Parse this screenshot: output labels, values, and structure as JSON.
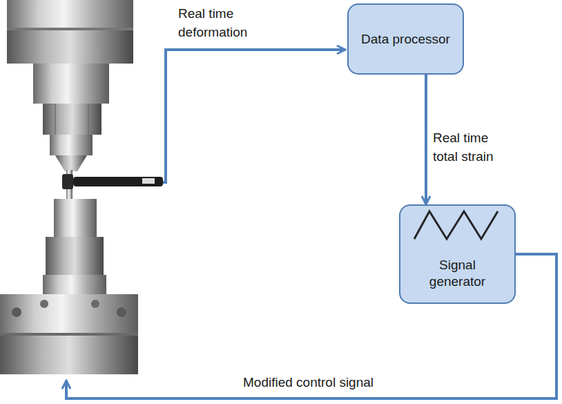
{
  "diagram": {
    "nodes": [
      {
        "text": [
          "Data processor"
        ]
      },
      {
        "text": [
          "Signal generator"
        ]
      }
    ],
    "edges": [
      {
        "from": 0,
        "to": 1,
        "arrow": "to",
        "label": "Real time total strain"
      }
    ],
    "labels": [
      "Real time deformation",
      "Modified control signal"
    ]
  }
}
